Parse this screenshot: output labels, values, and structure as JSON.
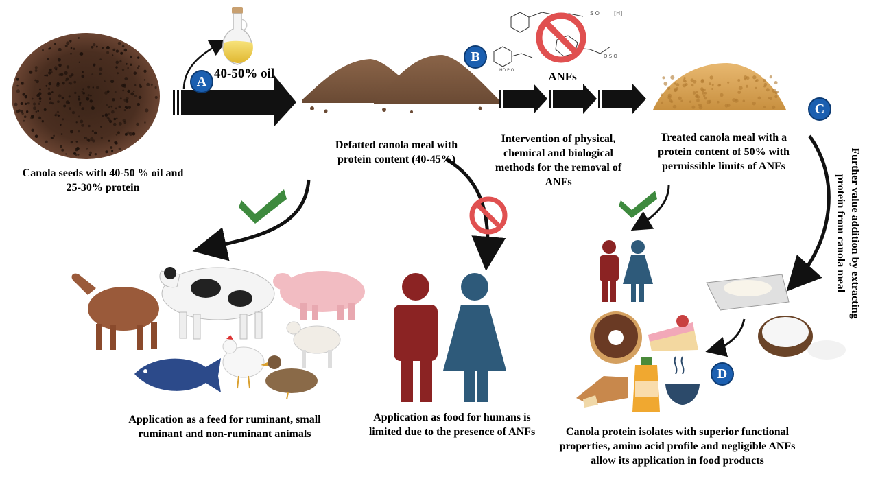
{
  "labels": {
    "oil": "40-50% oil",
    "anfs": "ANFs",
    "seeds": "Canola seeds with 40-50 % oil and 25-30% protein",
    "defatted": "Defatted canola meal with protein content (40-45%)",
    "intervention": "Intervention of physical, chemical and biological methods for the removal of ANFs",
    "treated": "Treated canola meal with a protein content of 50% with permissible limits of ANFs",
    "value_addition": "Further value addition by extracting protein from canola meal",
    "feed": "Application as a feed for ruminant, small ruminant and non-ruminant animals",
    "food_limited": "Application as food for humans is limited due to the presence of ANFs",
    "isolates": "Canola protein isolates with superior functional properties, amino acid profile and negligible ANFs allow its application in food products"
  },
  "badges": {
    "a": "A",
    "b": "B",
    "c": "C",
    "d": "D"
  },
  "icons": {
    "seeds": "canola-seeds-pile",
    "oil": "oil-bottle-icon",
    "meal": "defatted-meal-pile",
    "structures": "anf-chemical-structures",
    "prohibit": "no-sign-icon",
    "treated": "treated-meal-pile",
    "check": "checkmark-icon",
    "animals": [
      "goat",
      "cow",
      "pig",
      "fish",
      "chicken",
      "lamb",
      "duck"
    ],
    "humans": "man-woman-icon",
    "products": [
      "protein-powder-tray",
      "flour-bowl",
      "donut",
      "cake",
      "bread",
      "juice-bottle",
      "hot-drink-cup"
    ]
  },
  "colors": {
    "arrow": "#000000",
    "badge": "#1b5fb0",
    "check": "#3e8a3e",
    "prohibit": "#e05050",
    "man": "#8b2323",
    "woman": "#2e5a7a"
  }
}
